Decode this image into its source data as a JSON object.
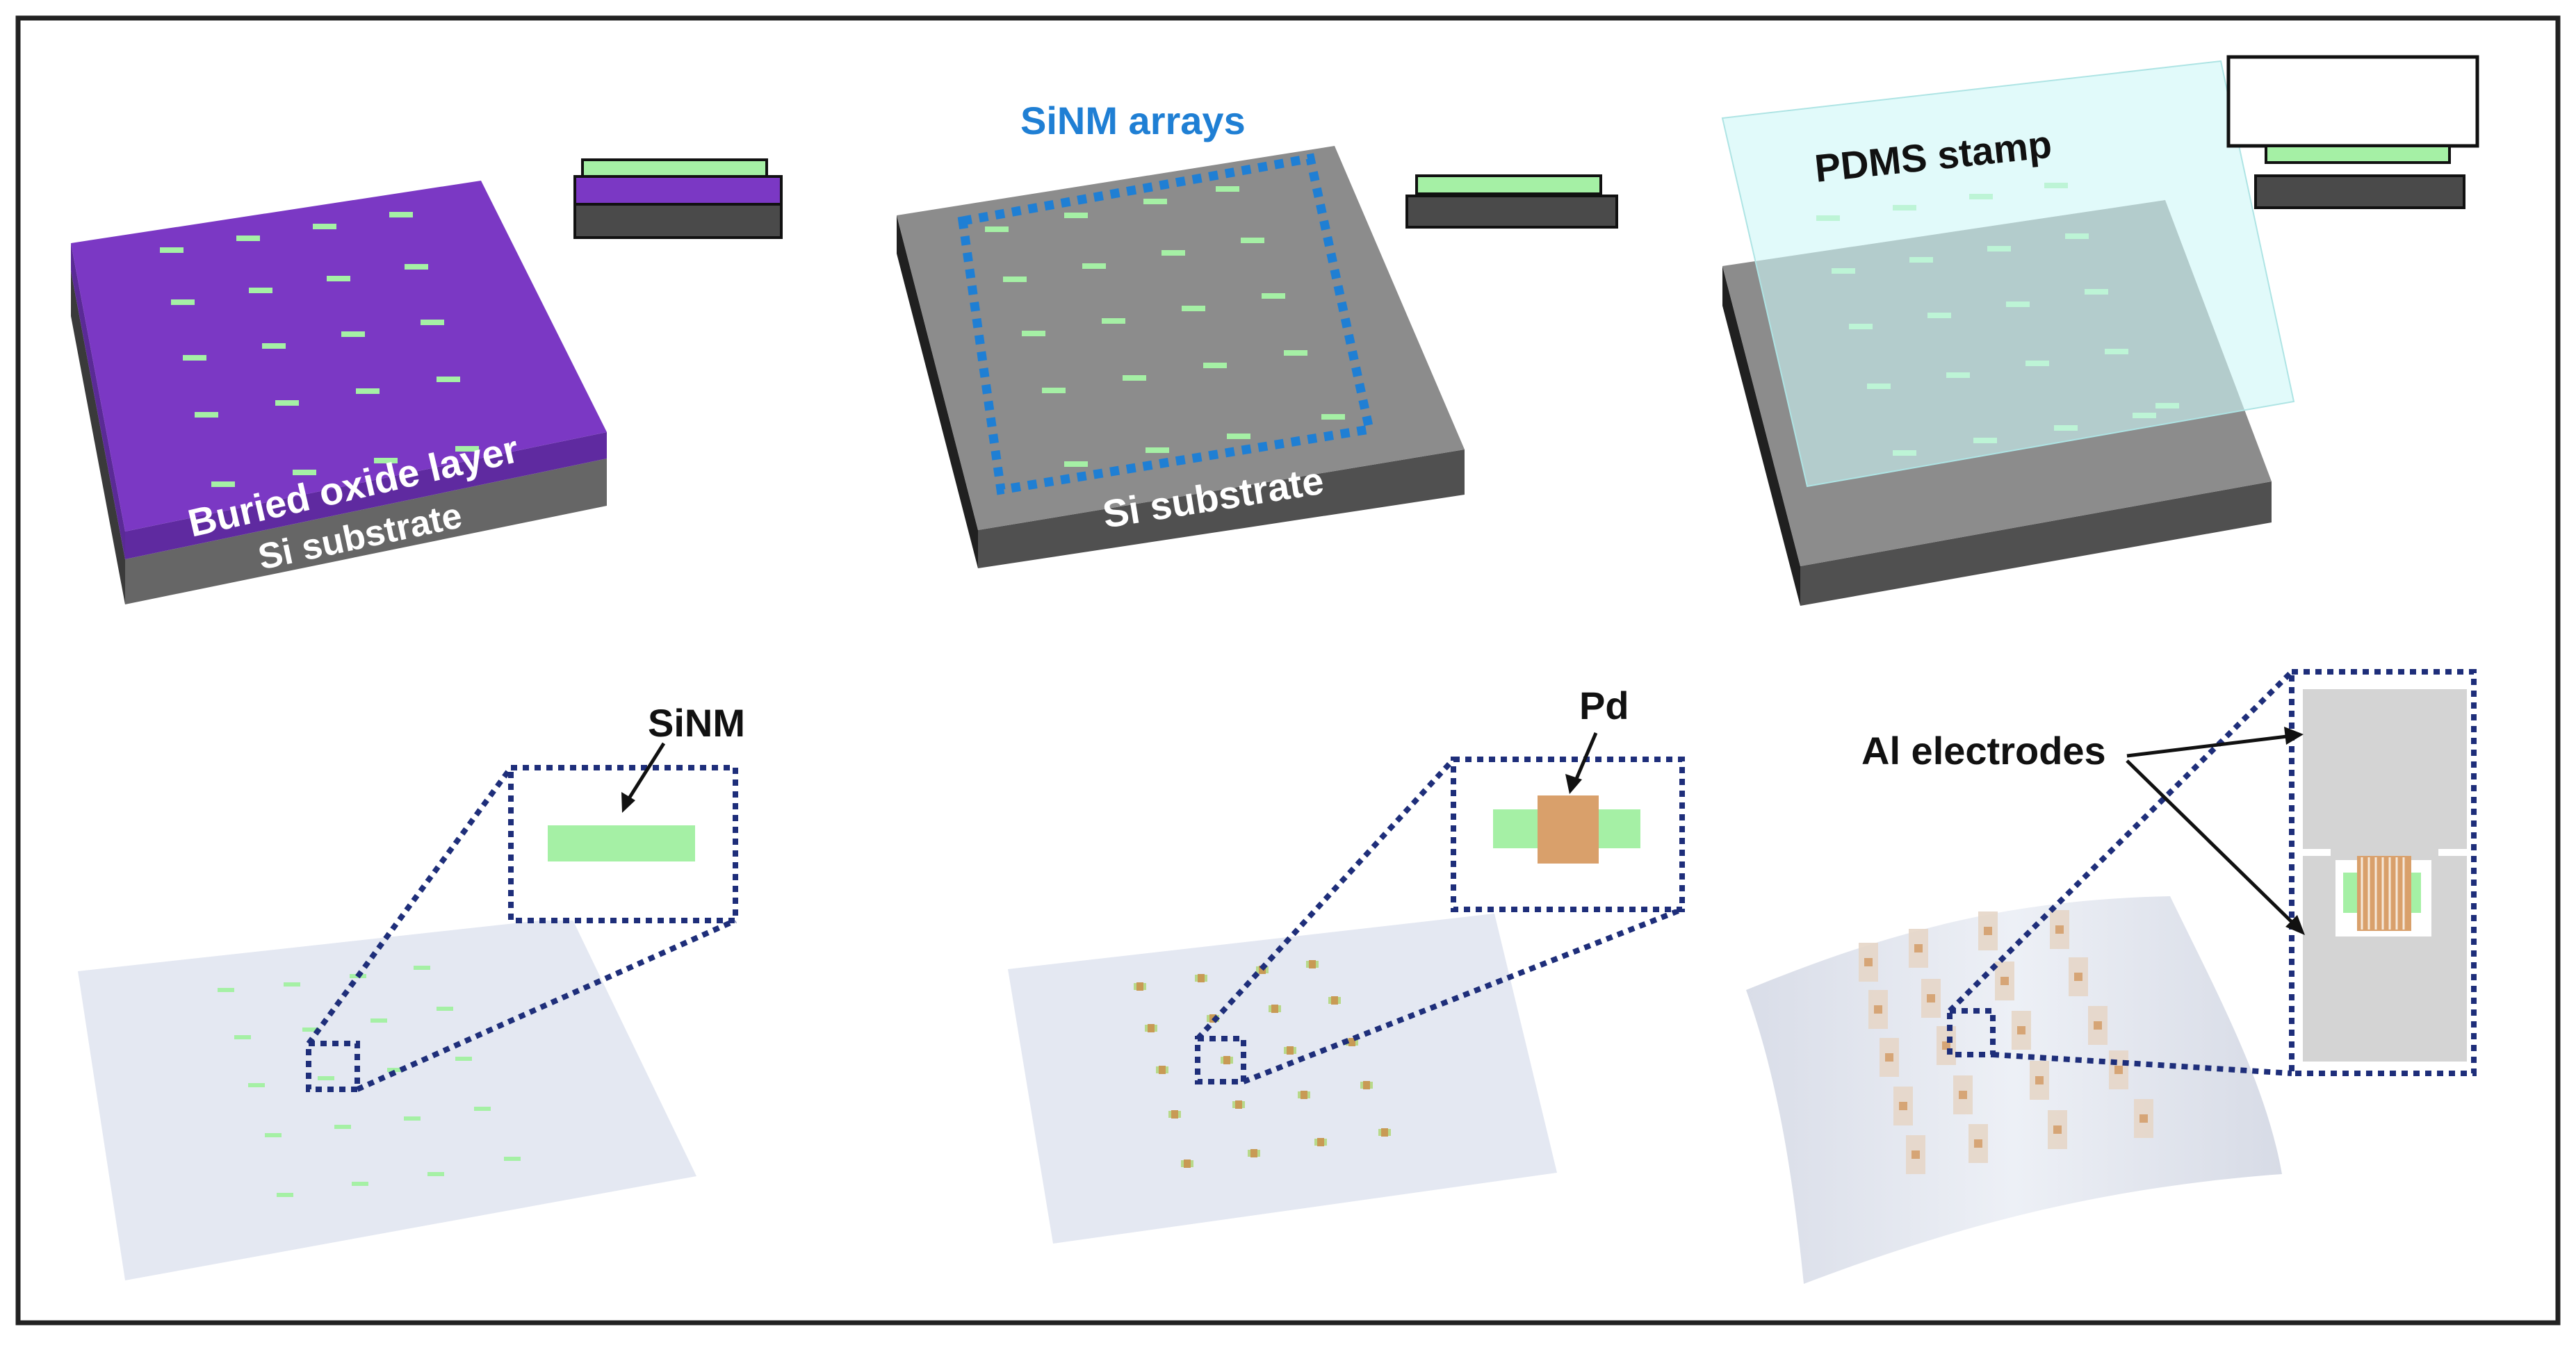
{
  "labels": {
    "buried_oxide": "Buried oxide layer",
    "si_substrate_1": "Si substrate",
    "sinm_arrays": "SiNM arrays",
    "si_substrate_2": "Si substrate",
    "pdms_stamp": "PDMS stamp",
    "sinm": "SiNM",
    "pd": "Pd",
    "al_electrodes": "Al electrodes"
  },
  "colors": {
    "buried_oxide": "#7b38c4",
    "silicon": "#8c8c8c",
    "silicon_dark": "#4a4a4a",
    "sinm": "#a5f0a5",
    "sinm_array_frame": "#1f7fd4",
    "pdms": "#cdf7f7",
    "flex_substrate": "#e4e8f2",
    "pd": "#d9a06b",
    "electrode": "#d4d4d4",
    "zoom_frame": "#1e2e7a",
    "label_blue": "#1f7fd4",
    "border": "#222222"
  }
}
